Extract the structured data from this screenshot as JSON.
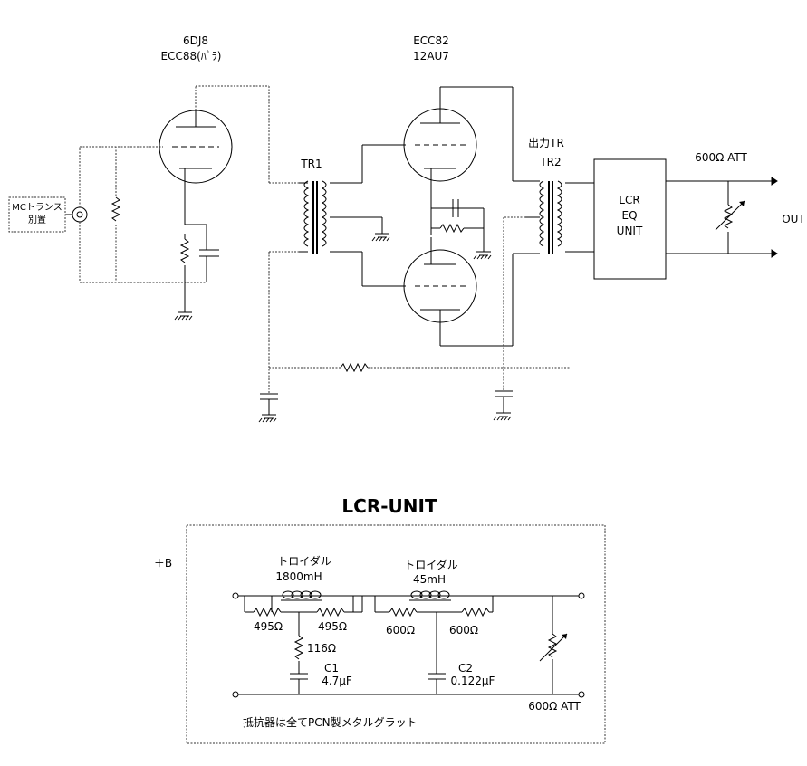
{
  "tubes": {
    "v1_line1": "6DJ8",
    "v1_line2": "ECC88(ﾊﾟﾗ)",
    "v2_line1": "ECC82",
    "v2_line2": "12AU7"
  },
  "input": {
    "line1": "MCトランス",
    "line2": "別置"
  },
  "transformers": {
    "tr1": "TR1",
    "tr2": "TR2",
    "tr2_caption": "出力TR"
  },
  "lcr_block": {
    "line1": "LCR",
    "line2": "EQ",
    "line3": "UNIT"
  },
  "attenuator_top": "600Ω ATT",
  "output_label": "OUT",
  "lcr_unit": {
    "title": "LCR-UNIT",
    "supply": "＋B",
    "l1_line1": "トロイダル",
    "l1_line2": "1800mH",
    "l2_line1": "トロイダル",
    "l2_line2": "45mH",
    "r1": "495Ω",
    "r2": "495Ω",
    "r3": "600Ω",
    "r4": "600Ω",
    "r5": "116Ω",
    "c1_name": "C1",
    "c1_value": "4.7μF",
    "c2_name": "C2",
    "c2_value": "0.122μF",
    "attenuator": "600Ω ATT",
    "note": "抵抗器は全てPCN製メタルグラット"
  }
}
